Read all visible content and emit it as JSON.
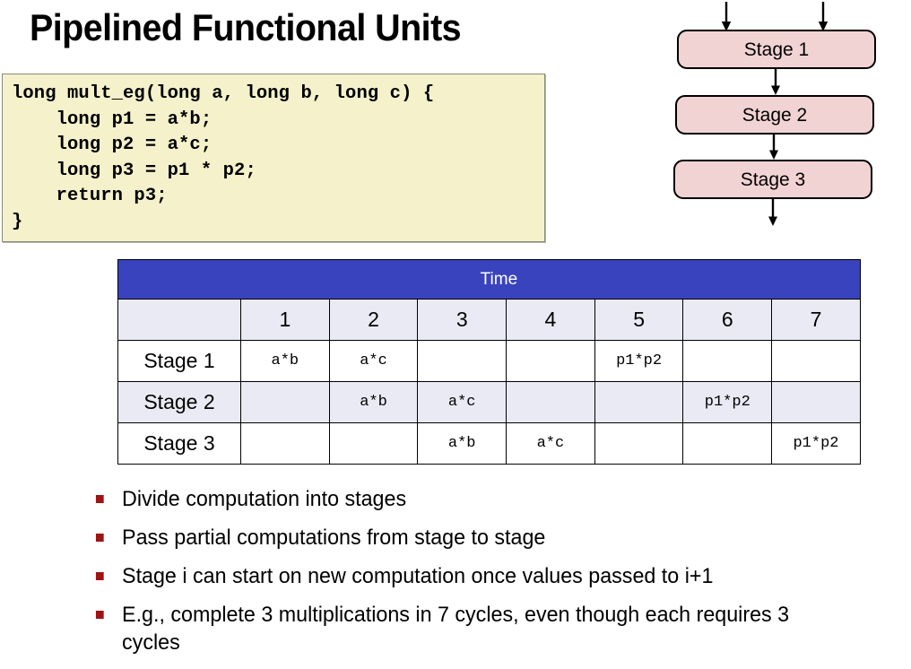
{
  "slide": {
    "title": "Pipelined Functional Units"
  },
  "code_box": {
    "language": "c",
    "background_color": "#F4F1CB",
    "lines": [
      "long mult_eg(long a, long b, long c) {",
      "    long p1 = a*b;",
      "    long p2 = a*c;",
      "    long p3 = p1 * p2;",
      "    return p3;",
      "}"
    ],
    "text": "long mult_eg(long a, long b, long c) {\n    long p1 = a*b;\n    long p2 = a*c;\n    long p3 = p1 * p2;\n    return p3;\n}"
  },
  "stage_diagram": {
    "fill_color": "#F2D3D3",
    "stroke_color": "#000000",
    "input_arrow_count": 2,
    "boxes": [
      {
        "label": "Stage 1"
      },
      {
        "label": "Stage 2"
      },
      {
        "label": "Stage 3"
      }
    ]
  },
  "table": {
    "header_label": "Time",
    "header_color": "#3A43BE",
    "alt_row_color": "#E9EAF4",
    "corner_label": "",
    "columns": [
      "1",
      "2",
      "3",
      "4",
      "5",
      "6",
      "7"
    ],
    "rows": [
      {
        "label": "Stage 1",
        "cells": [
          "a*b",
          "a*c",
          "",
          "",
          "p1*p2",
          "",
          ""
        ]
      },
      {
        "label": "Stage 2",
        "cells": [
          "",
          "a*b",
          "a*c",
          "",
          "",
          "p1*p2",
          ""
        ]
      },
      {
        "label": "Stage 3",
        "cells": [
          "",
          "",
          "a*b",
          "a*c",
          "",
          "",
          "p1*p2"
        ]
      }
    ]
  },
  "bullets": {
    "marker_color": "#9E1313",
    "items": [
      "Divide computation into stages",
      "Pass partial computations from stage to stage",
      "Stage i can start on new computation once values passed to i+1",
      "E.g., complete 3 multiplications in 7 cycles, even though each requires 3 cycles"
    ]
  }
}
